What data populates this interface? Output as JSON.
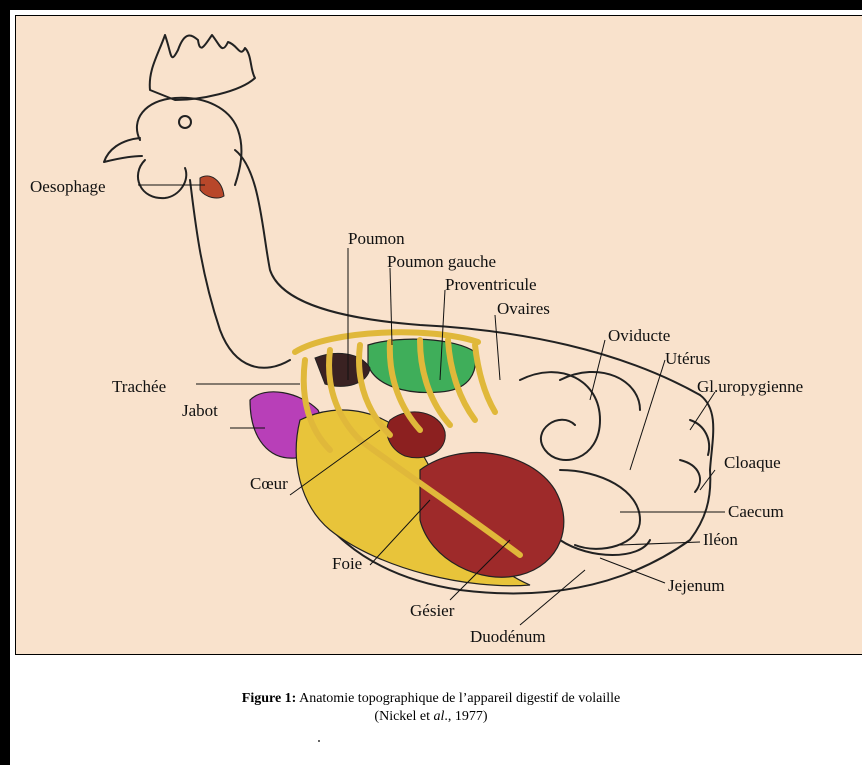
{
  "labels": {
    "oesophage": "Oesophage",
    "poumon": "Poumon",
    "poumon_gauche": "Poumon gauche",
    "proventricule": "Proventricule",
    "ovaires": "Ovaires",
    "oviducte": "Oviducte",
    "uterus": "Utérus",
    "gl_uropygienne": "Gl.uropygienne",
    "trachee": "Trachée",
    "jabot": "Jabot",
    "coeur": "Cœur",
    "cloaque": "Cloaque",
    "caecum": "Caecum",
    "ileon": "Iléon",
    "foie": "Foie",
    "jejenum": "Jejenum",
    "gesier": "Gésier",
    "duodenum": "Duodénum"
  },
  "caption": {
    "figure_label": "Figure 1:",
    "title": "Anatomie topographique de l’appareil digestif de volaille",
    "ref_open": "(Nickel et ",
    "ref_italic": "al",
    "ref_close": "., 1977)"
  },
  "colors": {
    "background": "#f9e2cc",
    "liver": "#e8c43a",
    "gizzard": "#9e2a2a",
    "lung": "#3fae5a",
    "crop": "#b83fb8",
    "heart": "#8c2020"
  }
}
